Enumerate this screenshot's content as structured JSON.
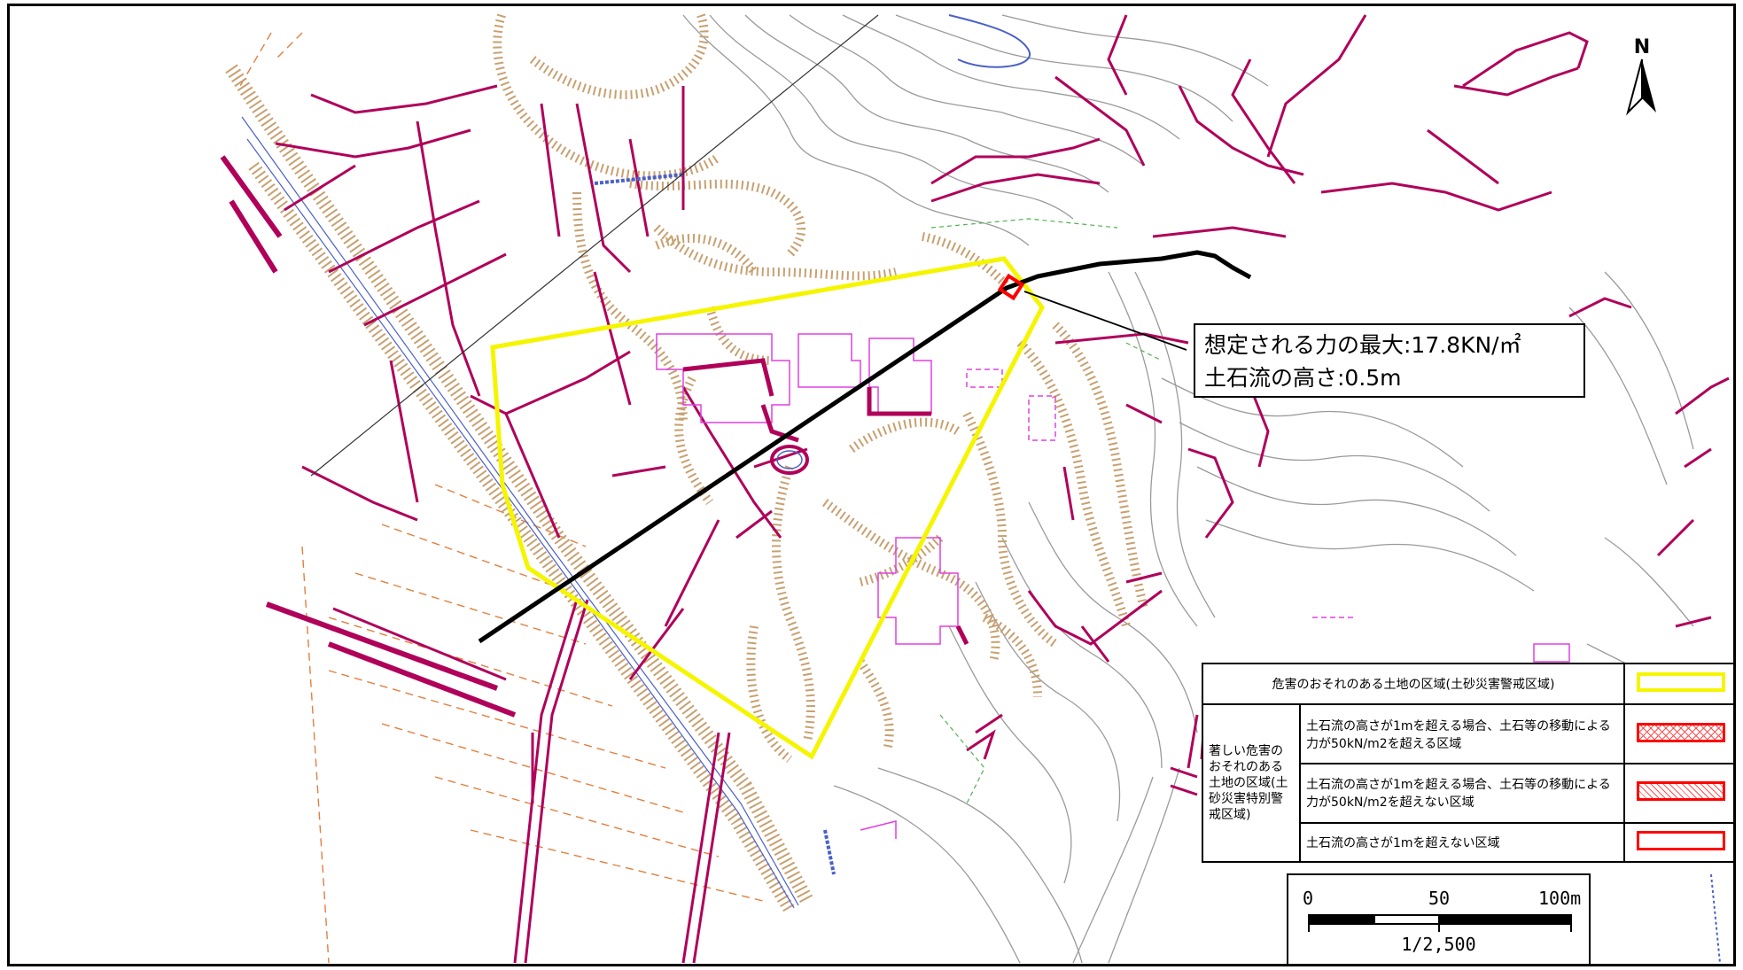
{
  "callout": {
    "max_force": "想定される力の最大:17.8KN/㎡",
    "flow_height": "土石流の高さ:0.5m"
  },
  "legend": {
    "row1_label": "危害のおそれのある土地の区域(土砂災害警戒区域)",
    "group_label": "著しい危害のおそれのある土地の区域(土砂災害特別警戒区域)",
    "row2_desc": "土石流の高さが1mを超える場合、土石等の移動による力が50kN/m2を超える区域",
    "row3_desc": "土石流の高さが1mを超える場合、土石等の移動による力が50kN/m2を超えない区域",
    "row4_desc": "土石流の高さが1mを超えない区域"
  },
  "scale": {
    "zero": "0",
    "mid": "50",
    "max": "100m",
    "ratio": "1/2,500"
  },
  "north": {
    "letter": "N"
  },
  "colors": {
    "warning_zone": "#f5f500",
    "special_zone": "#ff0000",
    "parcel_lines": "#b0005a",
    "slope_hatch": "#c8a070",
    "contour": "#888888",
    "building": "#e040e0",
    "planned_lines": "#e08040",
    "flow_line": "#000000"
  }
}
